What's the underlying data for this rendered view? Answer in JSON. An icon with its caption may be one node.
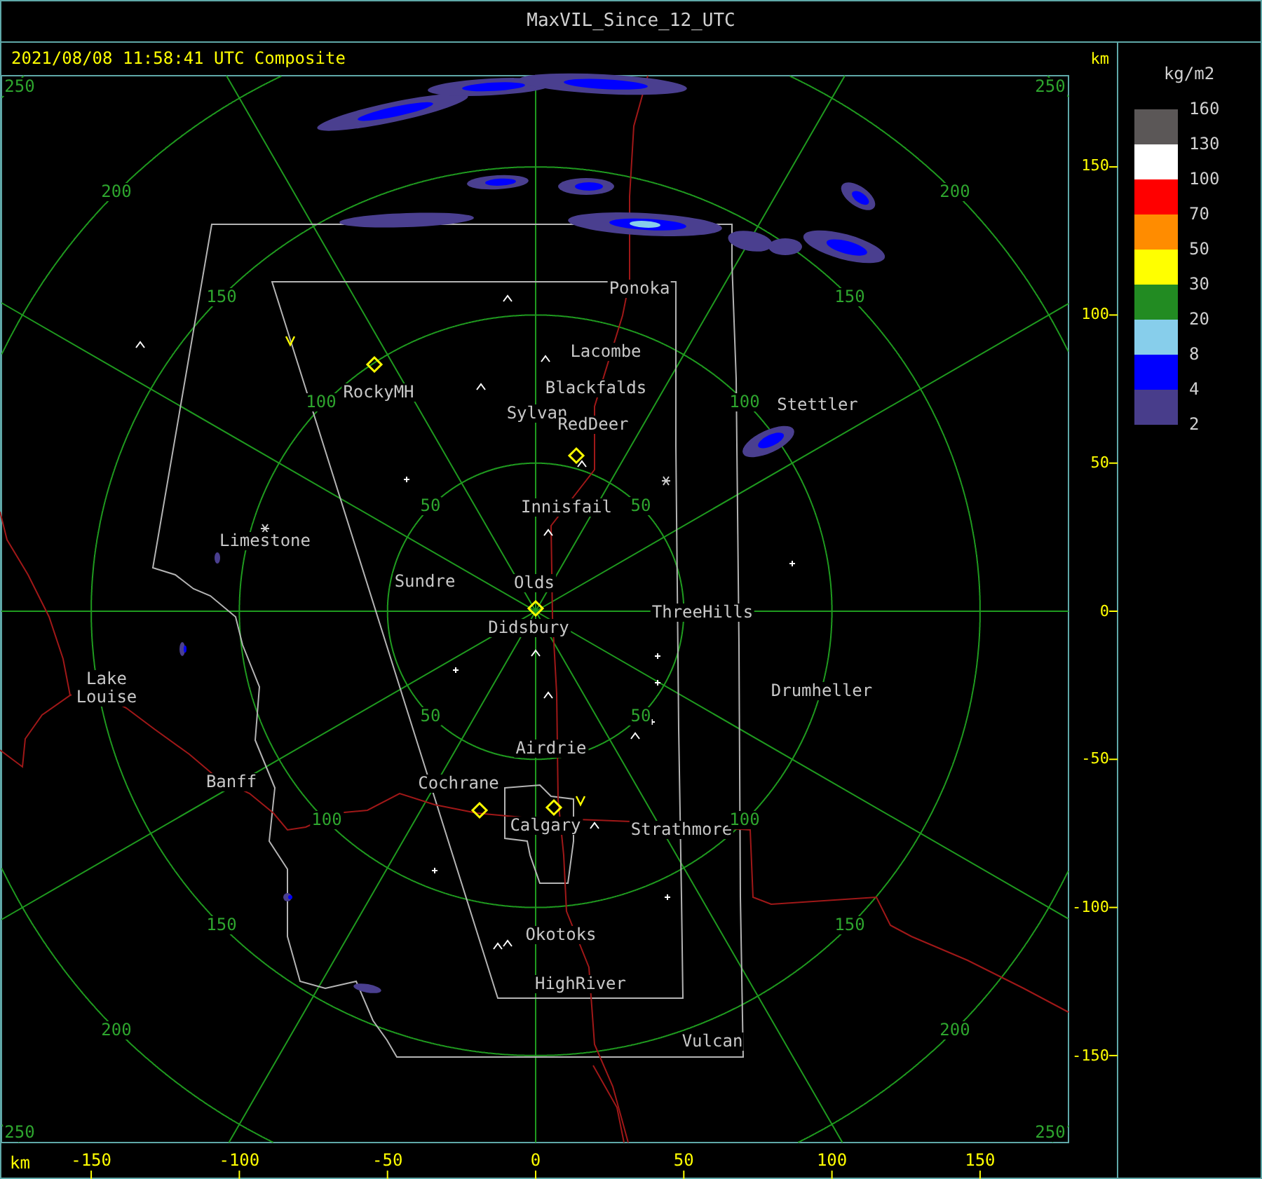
{
  "diagram": {
    "title": "MaxVIL_Since_12_UTC",
    "labels": [
      "2021/08/08 11:58:41 UTC Composite",
      "km",
      "kg/m2",
      "250",
      "250",
      "150",
      "200",
      "200",
      "150",
      "150",
      "100",
      "Ponoka",
      "Lacombe",
      "100",
      "RockyMH",
      "Sylvan",
      "RedDeer",
      "Blackfalds",
      "100",
      "Stettler",
      "50",
      "50",
      "Innisfail",
      "50",
      "Limestone",
      "Sundre",
      "Olds",
      "ThreeHills",
      "0",
      "Didsbury",
      "Lake Louise",
      "Drumheller",
      "50",
      "50",
      "Airdrie",
      "-50",
      "Banff",
      "Cochrane",
      "100",
      "Calgary",
      "Strathmore",
      "100",
      "150",
      "150",
      "-100",
      "Okotoks",
      "HighRiver",
      "200",
      "200",
      "Vulcan",
      "-150",
      "250",
      "250",
      "km",
      "-150",
      "-100",
      "-50",
      "0",
      "50",
      "100",
      "150",
      "2"
    ],
    "legend": [
      {
        "text": "160",
        "color": "#5b5757"
      },
      {
        "text": "130",
        "color": "#ffffff"
      },
      {
        "text": "100",
        "color": "#ff0000"
      },
      {
        "text": "70",
        "color": "#ff8c00"
      },
      {
        "text": "50",
        "color": "#ffff00"
      },
      {
        "text": "30",
        "color": "#228b22"
      },
      {
        "text": "20",
        "color": "#87ceeb"
      },
      {
        "text": "8",
        "color": "#0000ff"
      },
      {
        "text": "4",
        "color": "#483d8b"
      }
    ]
  }
}
